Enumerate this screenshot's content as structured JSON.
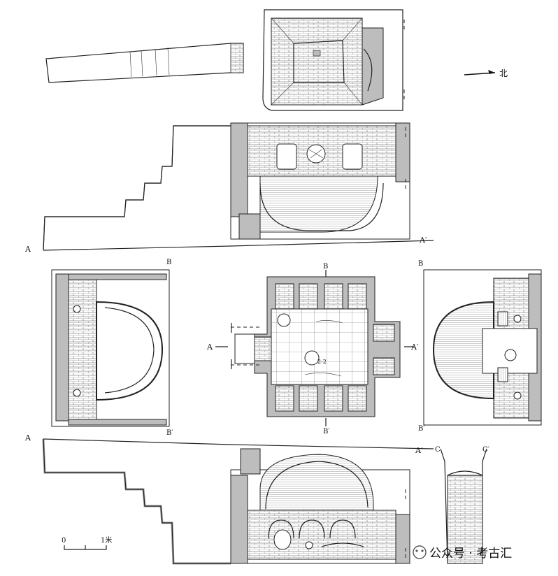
{
  "labels": {
    "north": "北",
    "a": "A",
    "a_prime": "A′",
    "b": "B",
    "b_prime": "B′",
    "c": "C",
    "c_prime": "C′",
    "burial_id": "2-2"
  },
  "scale": {
    "zero": "0",
    "end": "1米"
  },
  "watermark": {
    "text": "公众号 · 考古汇"
  },
  "colors": {
    "wall_fill": "#bdbdbd",
    "line": "#222222"
  }
}
